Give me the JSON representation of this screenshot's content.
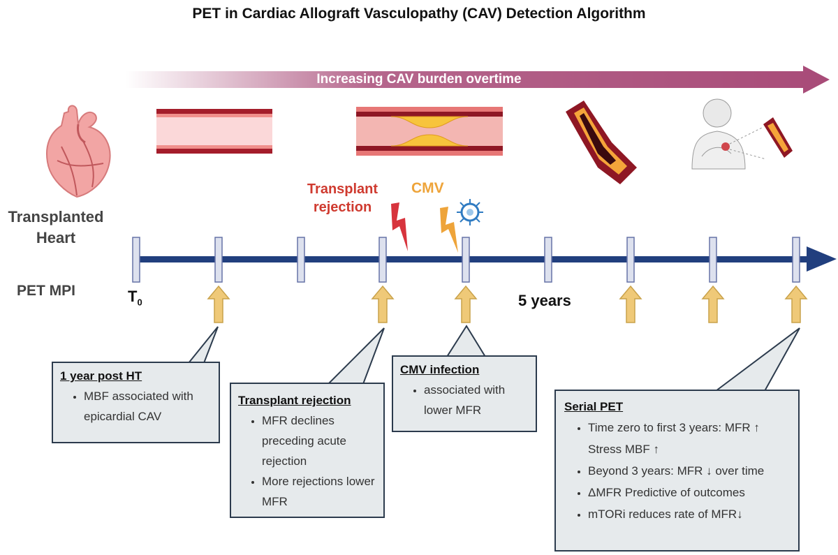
{
  "title": "PET in Cardiac  Allograft Vasculopathy (CAV) Detection Algorithm",
  "burden_label": "Increasing CAV burden overtime",
  "heart_label_line1": "Transplanted",
  "heart_label_line2": "Heart",
  "petmpi_label": "PET MPI",
  "t0_main": "T",
  "t0_sub": "0",
  "years_label": "5 years",
  "rejection_line1": "Transplant",
  "rejection_line2": "rejection",
  "cmv_label": "CMV",
  "boxes": [
    {
      "title": "1 year post HT",
      "items": [
        "MBF associated with epicardial CAV"
      ]
    },
    {
      "title": "Transplant rejection",
      "items": [
        "MFR declines preceding acute rejection",
        "More rejections lower MFR"
      ]
    },
    {
      "title": "CMV infection",
      "items": [
        "associated with lower MFR"
      ]
    },
    {
      "title": "Serial PET",
      "items": [
        "Time zero to first 3 years: MFR ↑ Stress MBF ↑",
        "Beyond 3 years: MFR ↓ over time",
        "ΔMFR Predictive of outcomes",
        "mTORi reduces rate of MFR↓"
      ]
    }
  ],
  "colors": {
    "timeline": "#213f7e",
    "arrow_fill": "#efc978",
    "burden": "#a84b78",
    "rejection": "#cf3a2f",
    "cmv": "#eea43a"
  },
  "icons": [
    "heart-icon",
    "normal-vessel-icon",
    "narrowed-vessel-icon",
    "occluded-vessel-icon",
    "patient-icon",
    "lightning-icon",
    "virus-icon"
  ]
}
